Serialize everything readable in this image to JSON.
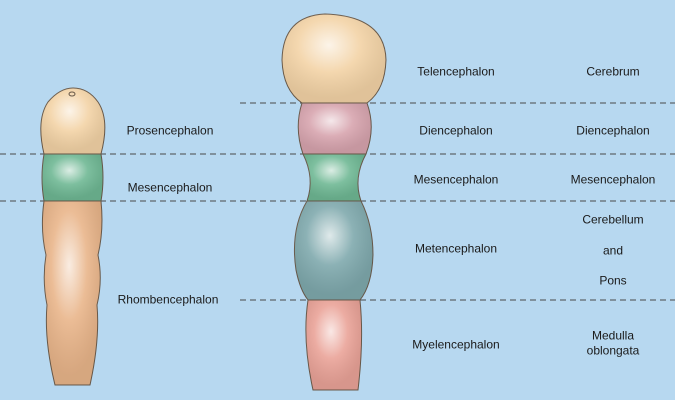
{
  "left_labels": {
    "prosencephalon": "Prosencephalon",
    "mesencephalon": "Mesencephalon",
    "rhombencephalon": "Rhombencephalon"
  },
  "middle_labels": {
    "telencephalon": "Telencephalon",
    "diencephalon": "Diencephalon",
    "mesencephalon": "Mesencephalon",
    "metencephalon": "Metencephalon",
    "myelencephalon": "Myelencephalon"
  },
  "right_labels": {
    "cerebrum": "Cerebrum",
    "diencephalon": "Diencephalon",
    "mesencephalon": "Mesencephalon",
    "cerebellum": "Cerebellum",
    "and": "and",
    "pons": "Pons",
    "medulla": "Medulla",
    "oblongata": "oblongata"
  },
  "colors": {
    "background": "#b7d8f0",
    "forebrain": "#f3d3a6",
    "diencephalon": "#d7a4ae",
    "midbrain": "#6fb894",
    "metencephalon": "#7fa9ad",
    "myelencephalon": "#eaa398",
    "hindbrain_3vesicle": "#e9b58a"
  }
}
